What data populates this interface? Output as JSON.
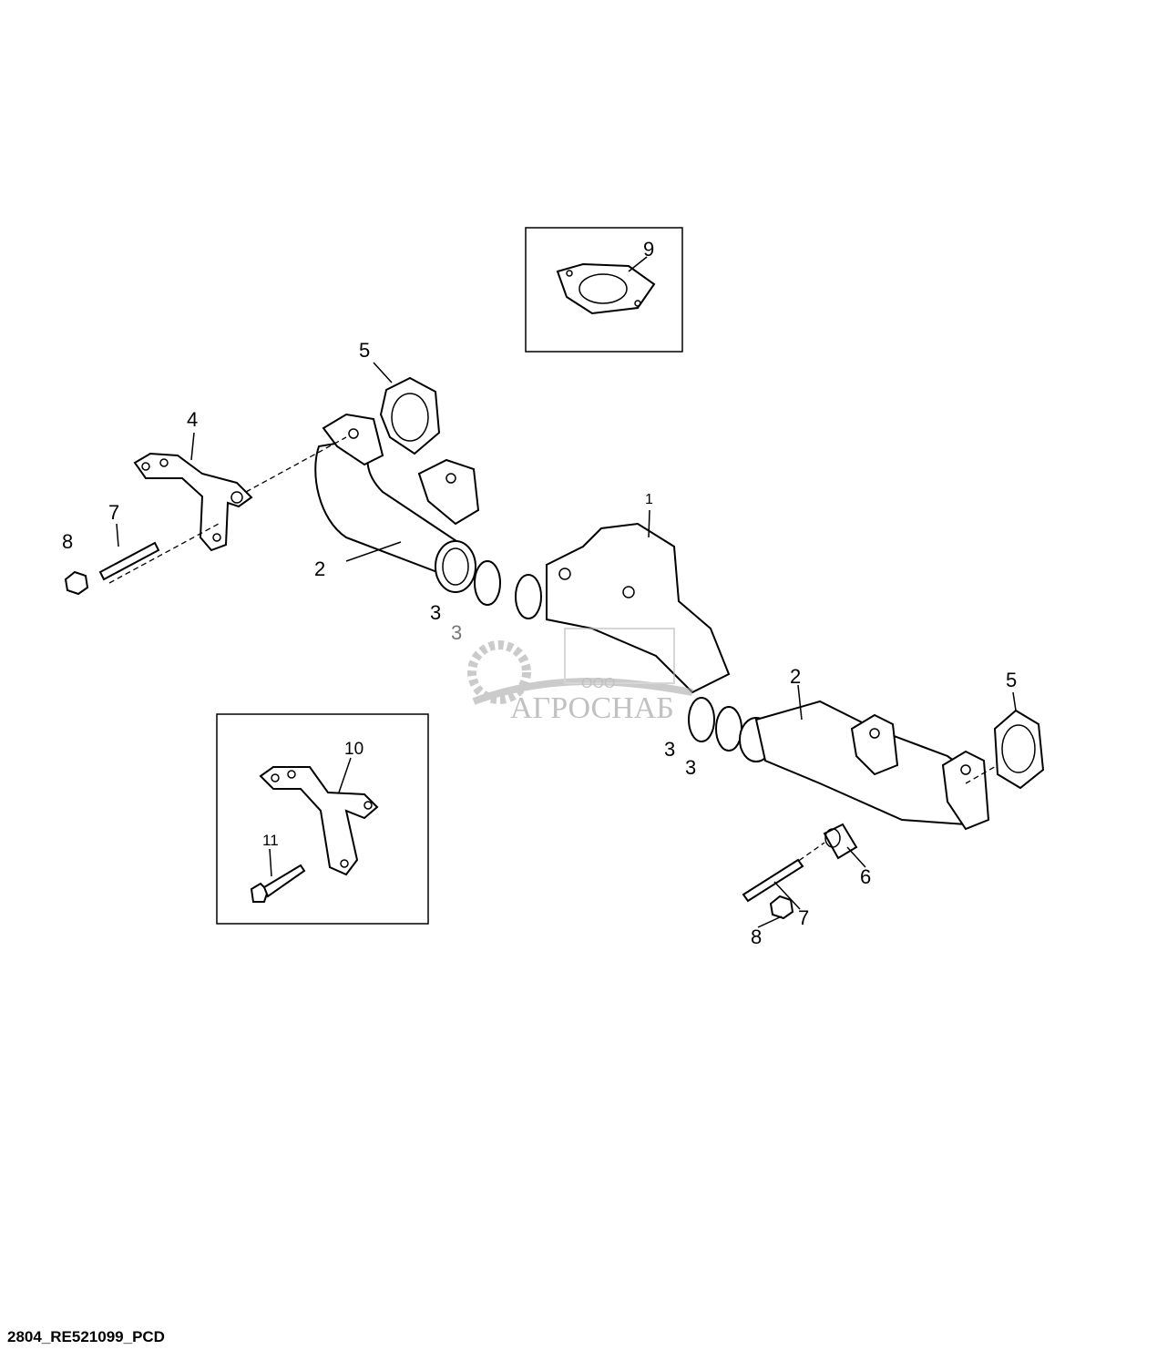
{
  "diagram": {
    "callouts": {
      "c9": "9",
      "c5a": "5",
      "c4": "4",
      "c7a": "7",
      "c8a": "8",
      "c2a": "2",
      "c1": "1",
      "c3a": "3",
      "c3b": "3",
      "c2b": "2",
      "c5b": "5",
      "c10": "10",
      "c3c": "3",
      "c3d": "3",
      "c11": "11",
      "c6": "6",
      "c7b": "7",
      "c8b": "8"
    },
    "watermark": {
      "company_prefix": "ООО",
      "company_name": "АГРОСНАБ"
    },
    "figure_id": "2804_RE521099_PCD"
  }
}
